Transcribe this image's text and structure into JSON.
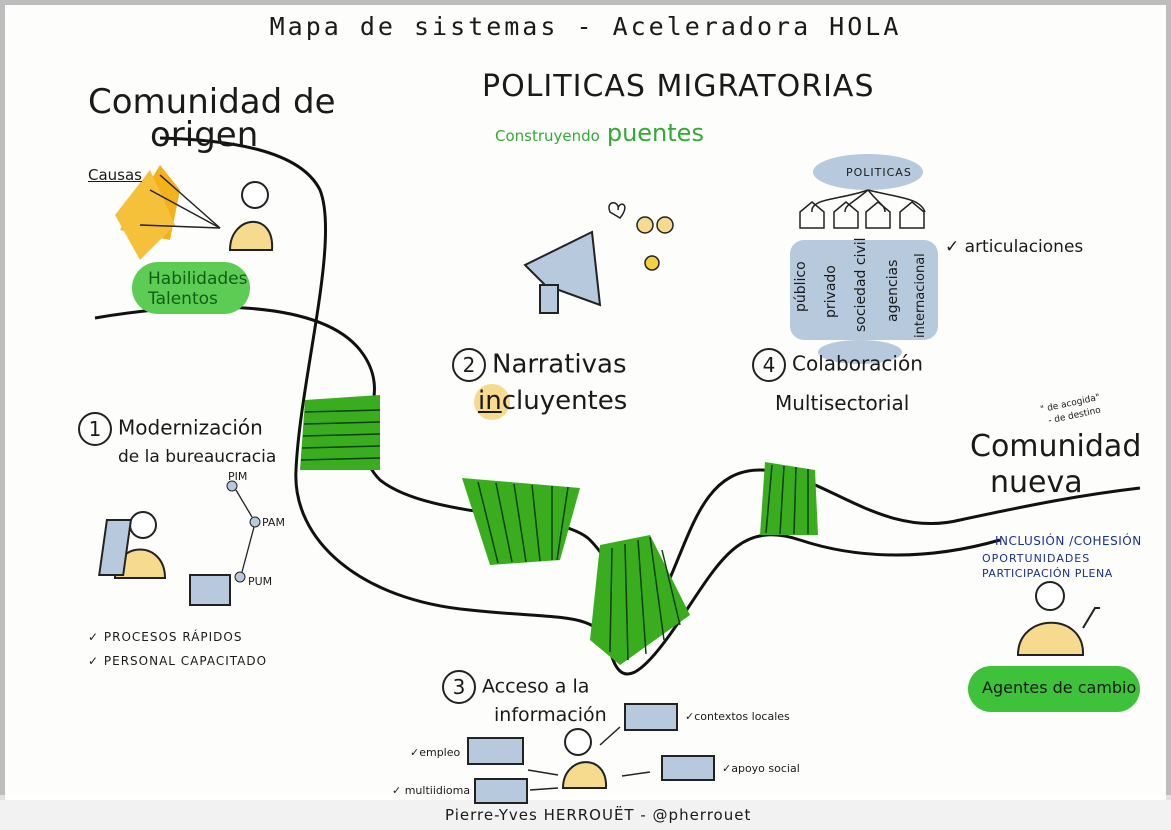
{
  "header": {
    "title": "Mapa de sistemas - Aceleradora HOLA"
  },
  "origin": {
    "title_line1": "Comunidad de",
    "title_line2": "origen",
    "causes_label": "Causas",
    "skills_line1": "Habilidades",
    "skills_line2": "Talentos"
  },
  "policies": {
    "title": "POLITICAS MIGRATORIAS",
    "subtitle_prefix": "Construyendo",
    "subtitle_word": "puentes"
  },
  "narratives": {
    "number": "2",
    "line1": "Narrativas",
    "line2_prefix": "in",
    "line2_rest": "cluyentes"
  },
  "collaboration": {
    "number": "4",
    "line1": "Colaboración",
    "line2": "Multisectorial",
    "politicas_label": "POLITICAS",
    "sectors": [
      "público",
      "privado",
      "sociedad civil",
      "agencias",
      "internacional"
    ],
    "articulaciones": "✓ articulaciones"
  },
  "bureaucracy": {
    "number": "1",
    "line1": "Modernización",
    "line2": "de la bureaucracia",
    "nodes": [
      "PIM",
      "PAM",
      "PUM"
    ],
    "check1": "✓ PROCESOS RÁPIDOS",
    "check2": "✓ PERSONAL CAPACITADO"
  },
  "access": {
    "number": "3",
    "line1": "Acceso a la",
    "line2": "información",
    "contextos": "✓contextos locales",
    "empleo": "✓empleo",
    "apoyo": "✓apoyo social",
    "multiidioma": "✓ multiidioma"
  },
  "new_community": {
    "note1": "\" de acogida\"",
    "note2": "- de destino",
    "title_line1": "Comunidad",
    "title_line2": "nueva",
    "line1": "INCLUSIÓN /COHESIÓN",
    "line2": "OPORTUNIDADES",
    "line3": "PARTICIPACIÓN PLENA",
    "agents": "Agentes de cambio"
  },
  "footer": {
    "credit": "Pierre-Yves HERROUËT - @pherrouet"
  },
  "colors": {
    "green": "#3aad1e",
    "light_blue": "#b7c9dc",
    "yellow": "#f6da8d",
    "orange": "#f3b21c",
    "skills_green": "#5ccc55"
  }
}
